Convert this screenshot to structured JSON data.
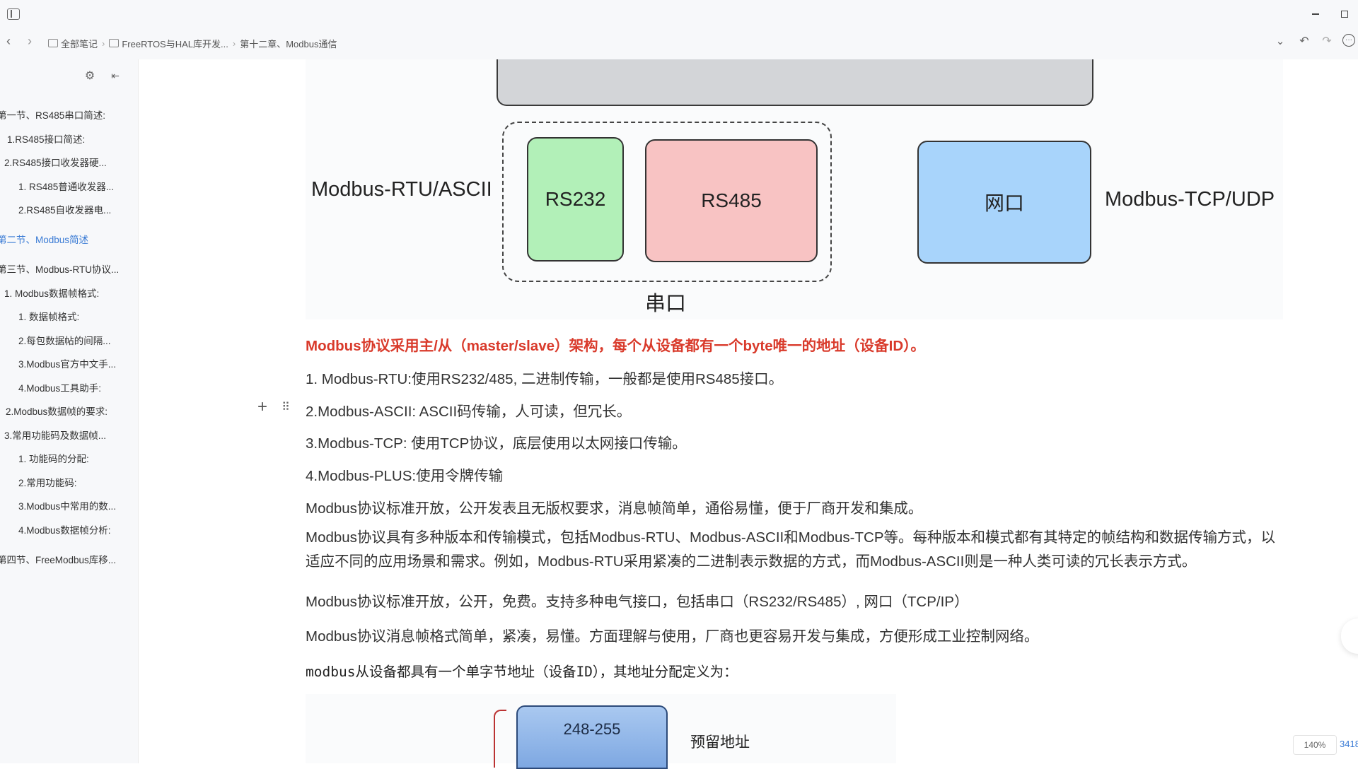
{
  "breadcrumb": {
    "items": [
      "全部笔记",
      "FreeRTOS与HAL库开发...",
      "第十二章、Modbus通信"
    ]
  },
  "sidebar": {
    "items": [
      {
        "label": "第一节、RS485串口简述:"
      },
      {
        "label": "1.RS485接口简述:"
      },
      {
        "label": "2.RS485接口收发器硬..."
      },
      {
        "label": "1. RS485普通收发器..."
      },
      {
        "label": "2.RS485自收发器电..."
      },
      {
        "label": "第二节、Modbus简述"
      },
      {
        "label": "第三节、Modbus-RTU协议..."
      },
      {
        "label": "1. Modbus数据帧格式:"
      },
      {
        "label": "1. 数据帧格式:"
      },
      {
        "label": "2.每包数据帖的间隔..."
      },
      {
        "label": "3.Modbus官方中文手..."
      },
      {
        "label": "4.Modbus工具助手:"
      },
      {
        "label": "2.Modbus数据帧的要求:"
      },
      {
        "label": "3.常用功能码及数据帧..."
      },
      {
        "label": "1. 功能码的分配:"
      },
      {
        "label": "2.常用功能码:"
      },
      {
        "label": "3.Modbus中常用的数..."
      },
      {
        "label": "4.Modbus数据帧分析:"
      },
      {
        "label": "第四节、FreeModbus库移..."
      }
    ]
  },
  "diagram": {
    "left_label": "Modbus-RTU/ASCII",
    "rs232": "RS232",
    "rs485": "RS485",
    "net": "网口",
    "right_label": "Modbus-TCP/UDP",
    "serial_label": "串口",
    "colors": {
      "rs232": "#b2f0b8",
      "rs485": "#f8c3c3",
      "net": "#a8d4fb",
      "top": "#d3d5d8"
    }
  },
  "content": {
    "heading_red": "Modbus协议采用主/从（master/slave）架构，每个从设备都有一个byte唯一的地址（设备ID）。",
    "line1": "1. Modbus-RTU:使用RS232/485, 二进制传输，一般都是使用RS485接口。",
    "line2": "2.Modbus-ASCII: ASCII码传输，人可读，但冗长。",
    "line3": "3.Modbus-TCP: 使用TCP协议，底层使用以太网接口传输。",
    "line4": "4.Modbus-PLUS:使用令牌传输",
    "p1": "Modbus协议标准开放，公开发表且无版权要求，消息帧简单，通俗易懂，便于厂商开发和集成。",
    "p2": "Modbus协议具有多种版本和传输模式，包括Modbus-RTU、Modbus-ASCII和Modbus-TCP等。每种版本和模式都有其特定的帧结构和数据传输方式，以适应不同的应用场景和需求。例如，Modbus-RTU采用紧凑的二进制表示数据的方式，而Modbus-ASCII则是一种人类可读的冗长表示方式。",
    "p3": "Modbus协议标准开放，公开，免费。支持多种电气接口，包括串口（RS232/RS485）, 网口（TCP/IP）",
    "p4": "Modbus协议消息帧格式简单，紧凑，易懂。方面理解与使用，厂商也更容易开发与集成，方便形成工业控制网络。",
    "p5": "modbus从设备都具有一个单字节地址（设备ID），其地址分配定义为："
  },
  "address_diagram": {
    "range": "248-255",
    "label": "预留地址"
  },
  "status": {
    "zoom": "140%",
    "count": "3418"
  }
}
